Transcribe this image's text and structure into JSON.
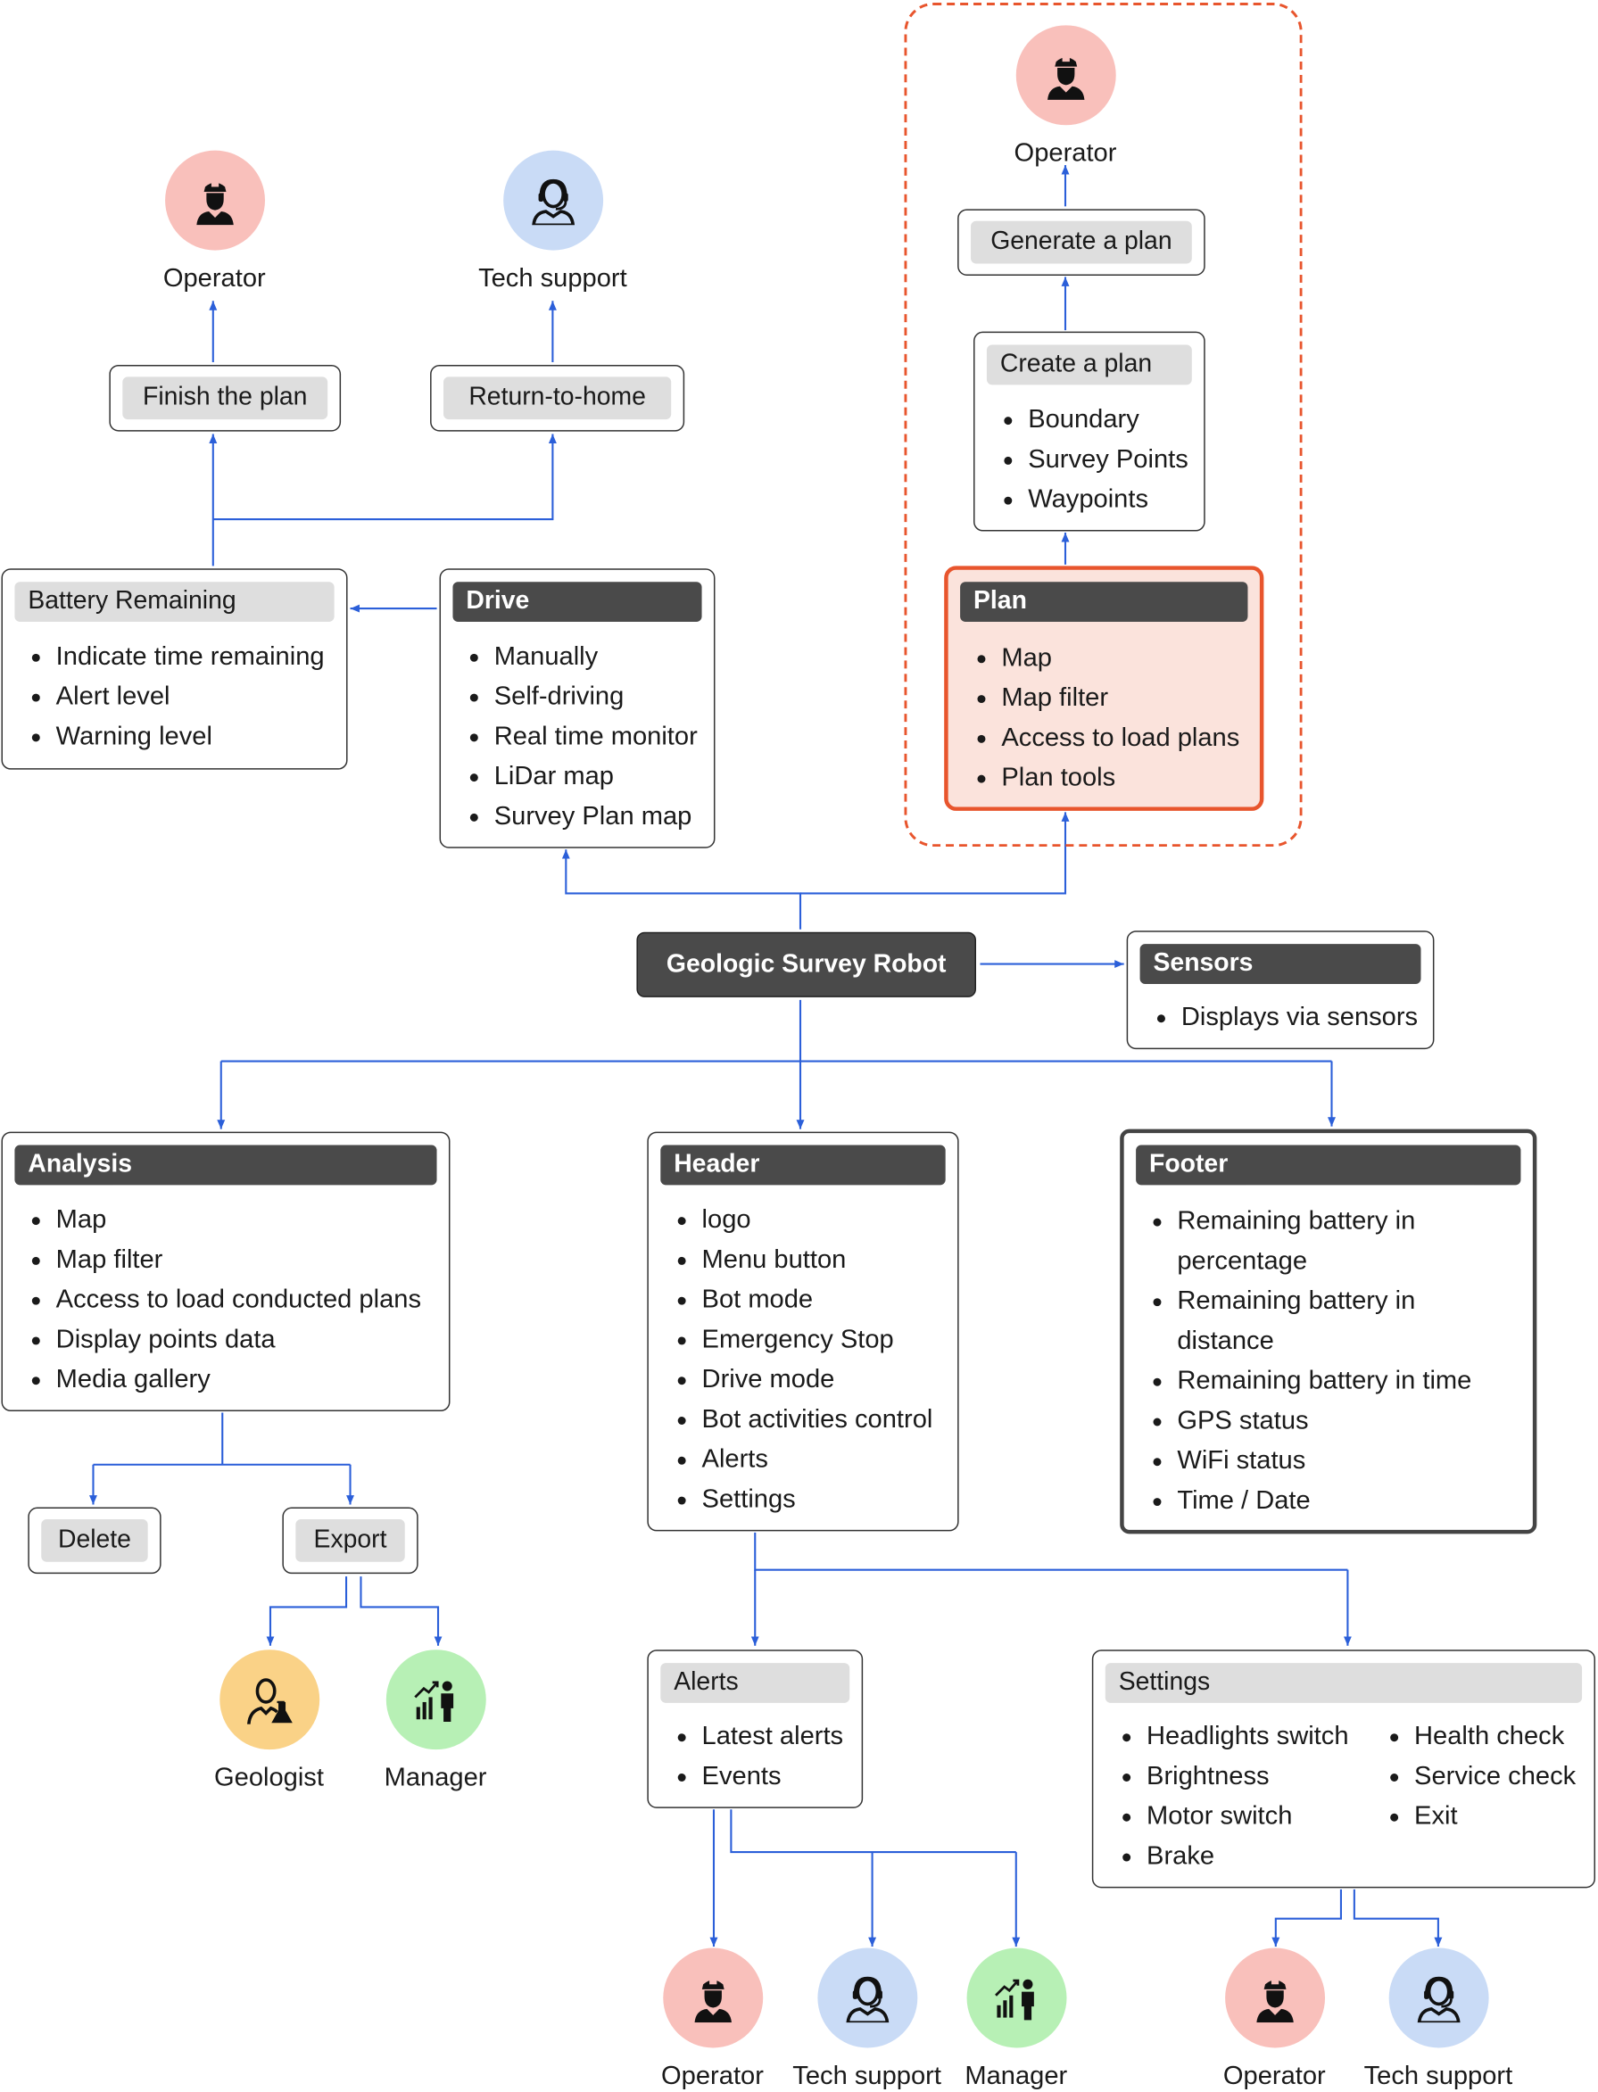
{
  "colors": {
    "connector": "#2b5fd9",
    "dark_header": "#4a4a4a",
    "light_header": "#dedede",
    "plan_fill": "#fbe3dc",
    "plan_border": "#e8552d",
    "operator": "#f9c0bb",
    "tech_support": "#c9dbf6",
    "geologist": "#fad287",
    "manager": "#b7f0b5"
  },
  "root": {
    "label": "Geologic Survey Robot"
  },
  "personas": {
    "operator": "Operator",
    "tech_support": "Tech support",
    "geologist": "Geologist",
    "manager": "Manager"
  },
  "actions": {
    "finish_plan": "Finish the plan",
    "return_home": "Return-to-home",
    "generate_plan": "Generate a plan",
    "delete": "Delete",
    "export": "Export"
  },
  "create_plan": {
    "title": "Create a plan",
    "items": [
      "Boundary",
      "Survey Points",
      "Waypoints"
    ]
  },
  "battery": {
    "title": "Battery Remaining",
    "items": [
      "Indicate time remaining",
      "Alert level",
      "Warning level"
    ]
  },
  "drive": {
    "title": "Drive",
    "items": [
      "Manually",
      "Self-driving",
      "Real time monitor",
      "LiDar map",
      "Survey Plan map"
    ]
  },
  "plan": {
    "title": "Plan",
    "items": [
      "Map",
      "Map filter",
      "Access to load plans",
      "Plan tools"
    ]
  },
  "sensors": {
    "title": "Sensors",
    "items": [
      "Displays via sensors"
    ]
  },
  "analysis": {
    "title": "Analysis",
    "items": [
      "Map",
      "Map filter",
      "Access to load conducted plans",
      "Display points data",
      "Media gallery"
    ]
  },
  "header": {
    "title": "Header",
    "items": [
      "logo",
      "Menu button",
      "Bot mode",
      "Emergency Stop",
      "Drive mode",
      "Bot activities control",
      "Alerts",
      "Settings"
    ]
  },
  "footer": {
    "title": "Footer",
    "items": [
      "Remaining battery in percentage",
      "Remaining battery in distance",
      "Remaining battery in time",
      "GPS status",
      "WiFi status",
      "Time / Date"
    ]
  },
  "alerts": {
    "title": "Alerts",
    "items": [
      "Latest alerts",
      "Events"
    ]
  },
  "settings": {
    "title": "Settings",
    "col1": [
      "Headlights switch",
      "Brightness",
      "Motor switch",
      "Brake"
    ],
    "col2": [
      "Health check",
      "Service check",
      "Exit"
    ]
  }
}
